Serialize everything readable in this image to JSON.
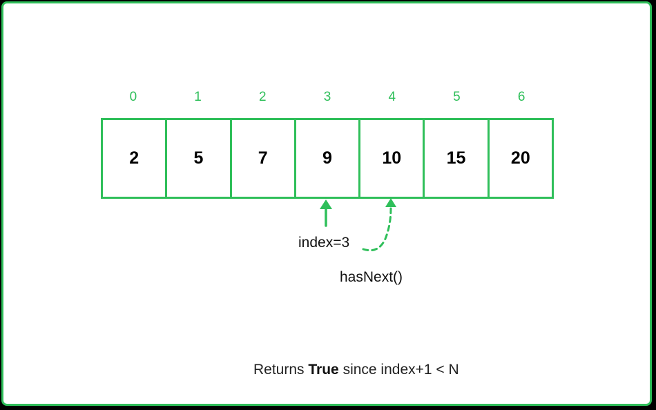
{
  "indices": [
    "0",
    "1",
    "2",
    "3",
    "4",
    "5",
    "6"
  ],
  "values": [
    "2",
    "5",
    "7",
    "9",
    "10",
    "15",
    "20"
  ],
  "index_label": "index=3",
  "method_label": "hasNext()",
  "result": {
    "prefix": "Returns ",
    "bold": "True",
    "suffix": " since index+1 < N"
  },
  "colors": {
    "accent": "#2fbf5a",
    "background": "#ffffff",
    "outer": "#000000"
  }
}
